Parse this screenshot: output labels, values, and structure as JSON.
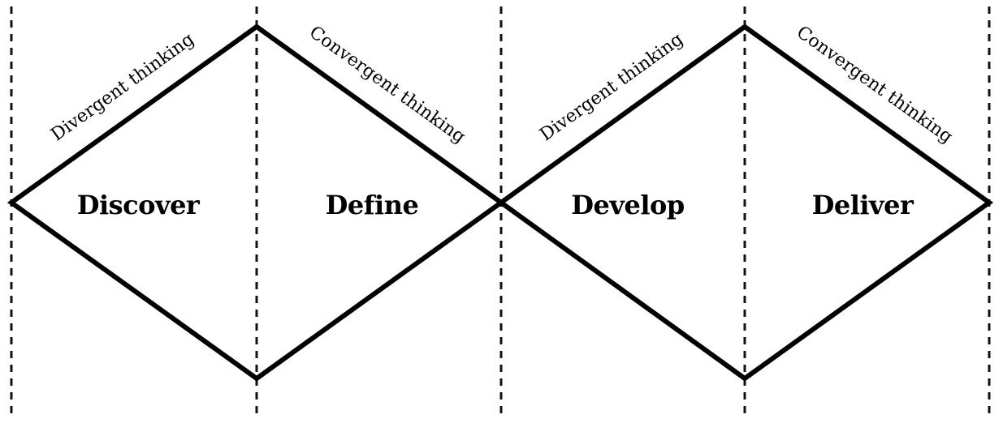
{
  "phases": [
    {
      "label": "Discover"
    },
    {
      "label": "Define"
    },
    {
      "label": "Develop"
    },
    {
      "label": "Deliver"
    }
  ],
  "thinking": [
    {
      "label": "Divergent thinking"
    },
    {
      "label": "Convergent thinking"
    },
    {
      "label": "Divergent thinking"
    },
    {
      "label": "Convergent thinking"
    }
  ],
  "colors": {
    "line": "#000000",
    "background": "#ffffff"
  }
}
